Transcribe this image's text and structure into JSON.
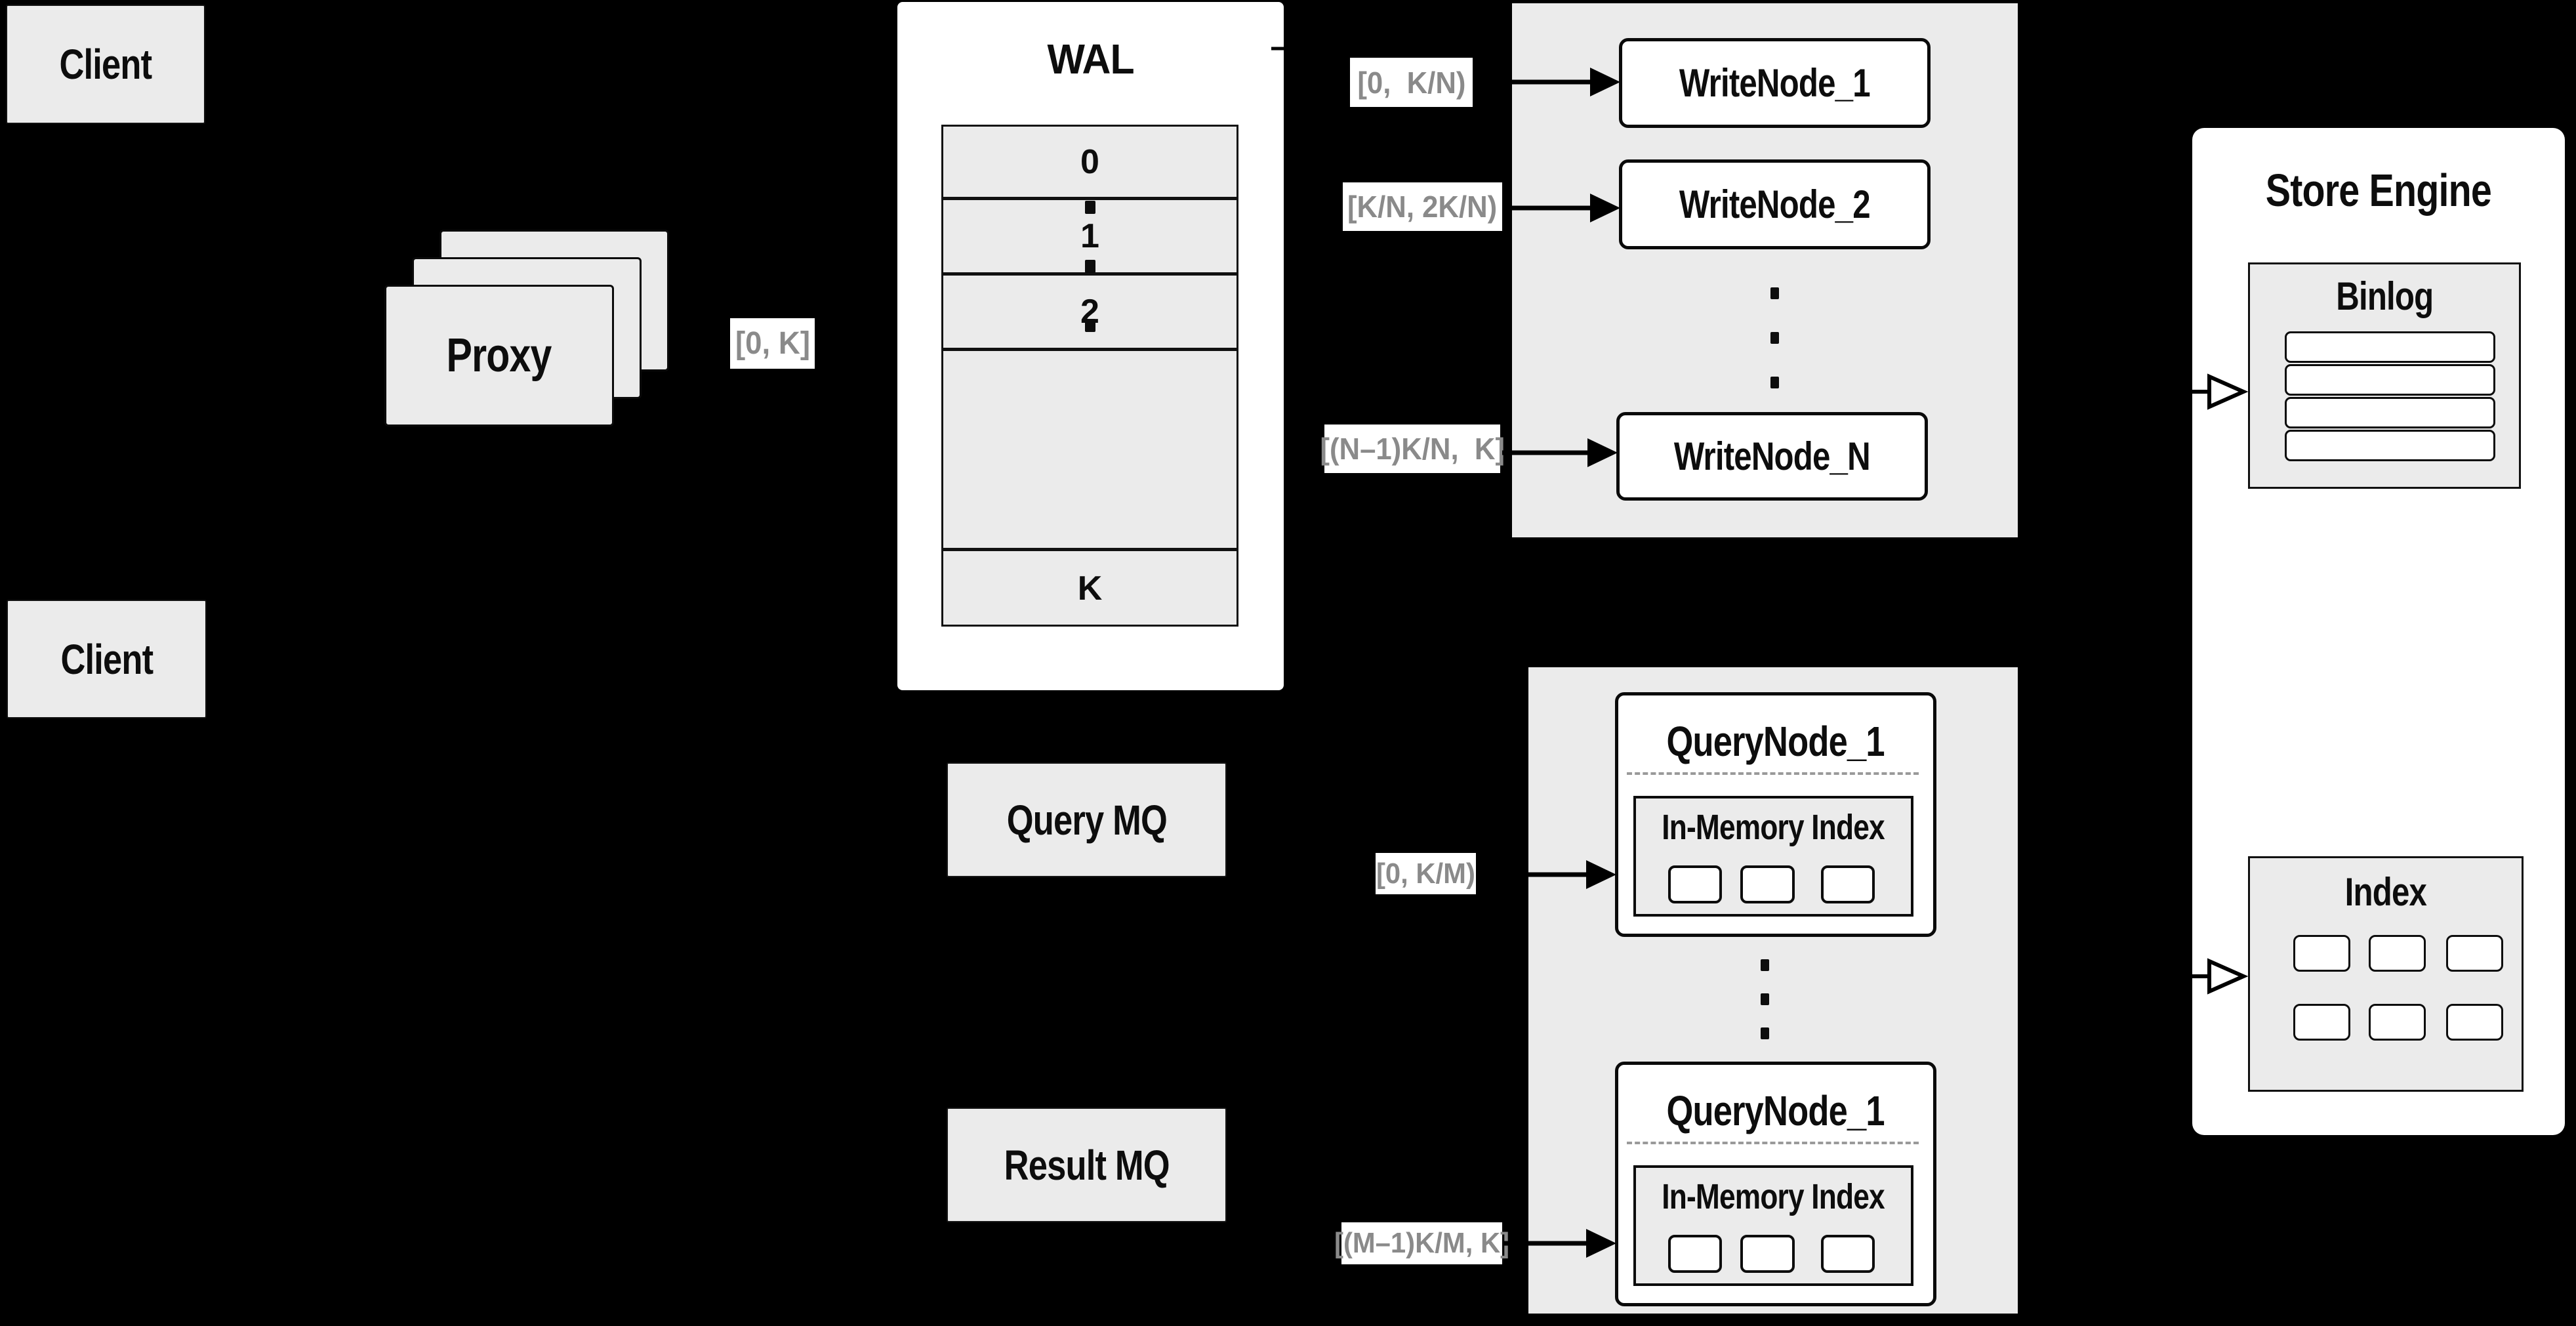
{
  "clients": {
    "top": "Client",
    "bottom": "Client"
  },
  "proxy": {
    "label": "Proxy",
    "range": "[0, K]"
  },
  "wal": {
    "title": "WAL",
    "rows": [
      "0",
      "1",
      "2"
    ],
    "row_last": "K"
  },
  "write": {
    "nodes": [
      "WriteNode_1",
      "WriteNode_2",
      "WriteNode_N"
    ],
    "ranges": [
      "[0,  K/N)",
      "[K/N, 2K/N)",
      "[(N–1)K/N,  K]"
    ]
  },
  "query": {
    "node_top": "QueryNode_1",
    "node_bottom": "QueryNode_1",
    "inmem": "In-Memory Index",
    "ranges": [
      "[0, K/M)",
      "[(M–1)K/M, K]"
    ]
  },
  "mq": {
    "query": "Query MQ",
    "result": "Result MQ"
  },
  "store": {
    "title": "Store Engine",
    "binlog": "Binlog",
    "index": "Index"
  },
  "colors": {
    "background": "#000000",
    "panel": "#ebebeb",
    "box_border": "#0a0a0a",
    "label_text": "#8a8a8a",
    "white": "#ffffff"
  }
}
